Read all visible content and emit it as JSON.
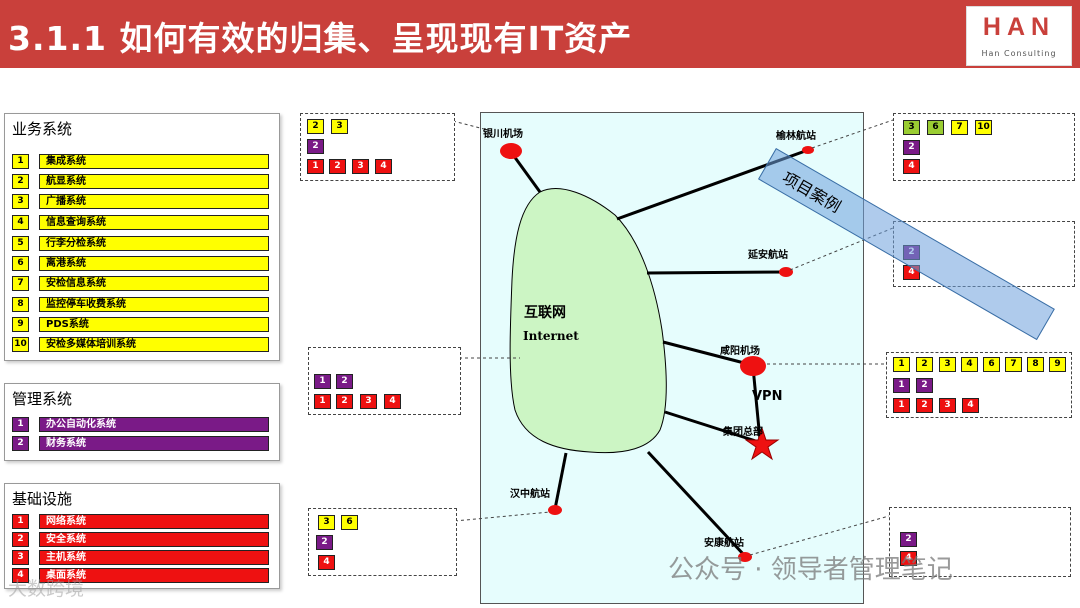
{
  "header": {
    "title": "3.1.1 如何有效的归集、呈现现有IT资产"
  },
  "logo": {
    "main": "HAN",
    "sub": "Han Consulting"
  },
  "colors": {
    "header": "#c9403b",
    "yellow": "#ffff00",
    "purple": "#7a1a87",
    "red": "#ee1111",
    "green": "#9acd32",
    "network_bg": "#e6fdfd",
    "cloud": "#ccf5c4"
  },
  "business": {
    "title": "业务系统",
    "items": [
      {
        "num": "1",
        "label": "集成系统"
      },
      {
        "num": "2",
        "label": "航显系统"
      },
      {
        "num": "3",
        "label": "广播系统"
      },
      {
        "num": "4",
        "label": "信息查询系统"
      },
      {
        "num": "5",
        "label": "行李分检系统"
      },
      {
        "num": "6",
        "label": "离港系统"
      },
      {
        "num": "7",
        "label": "安检信息系统"
      },
      {
        "num": "8",
        "label": "监控停车收费系统"
      },
      {
        "num": "9",
        "label": "PDS系统"
      },
      {
        "num": "10",
        "label": "安检多媒体培训系统"
      }
    ]
  },
  "management": {
    "title": "管理系统",
    "items": [
      {
        "num": "1",
        "label": "办公自动化系统"
      },
      {
        "num": "2",
        "label": "财务系统"
      }
    ]
  },
  "infrastructure": {
    "title": "基础设施",
    "items": [
      {
        "num": "1",
        "label": "网络系统"
      },
      {
        "num": "2",
        "label": "安全系统"
      },
      {
        "num": "3",
        "label": "主机系统"
      },
      {
        "num": "4",
        "label": "桌面系统"
      }
    ]
  },
  "network": {
    "internet_cn": "互联网",
    "internet_en": "Internet",
    "vpn": "VPN",
    "banner": "项目案例",
    "cities": {
      "yinchuan": "银川机场",
      "yulin": "榆林航站",
      "yanan": "延安航站",
      "xianyang": "咸阳机场",
      "hq": "集团总部",
      "hanzhong": "汉中航站",
      "ankang": "安康航站"
    }
  },
  "chips": {
    "yinchuan": {
      "y": [
        "2",
        "3"
      ],
      "p": [
        "2"
      ],
      "r": [
        "1",
        "2",
        "3",
        "4"
      ]
    },
    "yulin": {
      "y": [
        "3",
        "6",
        "7",
        "10"
      ],
      "p": [
        "2"
      ],
      "r": [
        "4"
      ]
    },
    "yanan": {
      "p": [
        "2"
      ],
      "r": [
        "4"
      ]
    },
    "xianyang_left": {
      "p": [
        "1",
        "2"
      ],
      "r": [
        "1",
        "2",
        "3",
        "4"
      ]
    },
    "xianyang_right": {
      "y": [
        "1",
        "2",
        "3",
        "4",
        "6",
        "7",
        "8",
        "9"
      ],
      "p": [
        "1",
        "2"
      ],
      "r": [
        "1",
        "2",
        "3",
        "4"
      ]
    },
    "hanzhong": {
      "y": [
        "3",
        "6"
      ],
      "p": [
        "2"
      ],
      "r": [
        "4"
      ]
    },
    "ankang": {
      "p": [
        "2"
      ],
      "r": [
        "4"
      ]
    }
  },
  "watermark": {
    "main": "公众号 · 领导者管理笔记",
    "corner": "大数跨境"
  }
}
